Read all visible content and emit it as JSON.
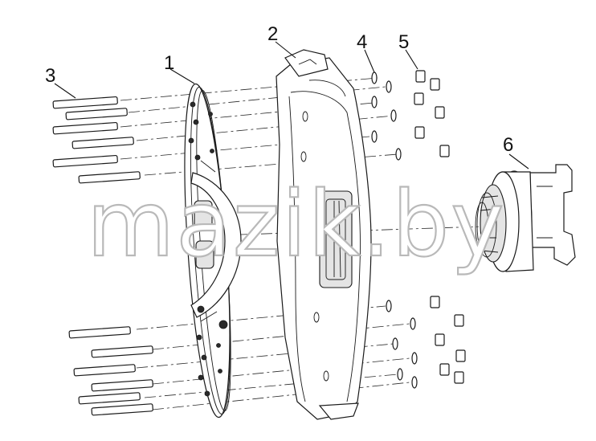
{
  "callouts": [
    {
      "id": "1",
      "label": "1"
    },
    {
      "id": "2",
      "label": "2"
    },
    {
      "id": "3",
      "label": "3"
    },
    {
      "id": "4",
      "label": "4"
    },
    {
      "id": "5",
      "label": "5"
    },
    {
      "id": "6",
      "label": "6"
    }
  ],
  "watermark": "mazik.by",
  "colors": {
    "line": "#1a1a1a",
    "watermark": "#b9b9b9",
    "background": "#ffffff"
  }
}
